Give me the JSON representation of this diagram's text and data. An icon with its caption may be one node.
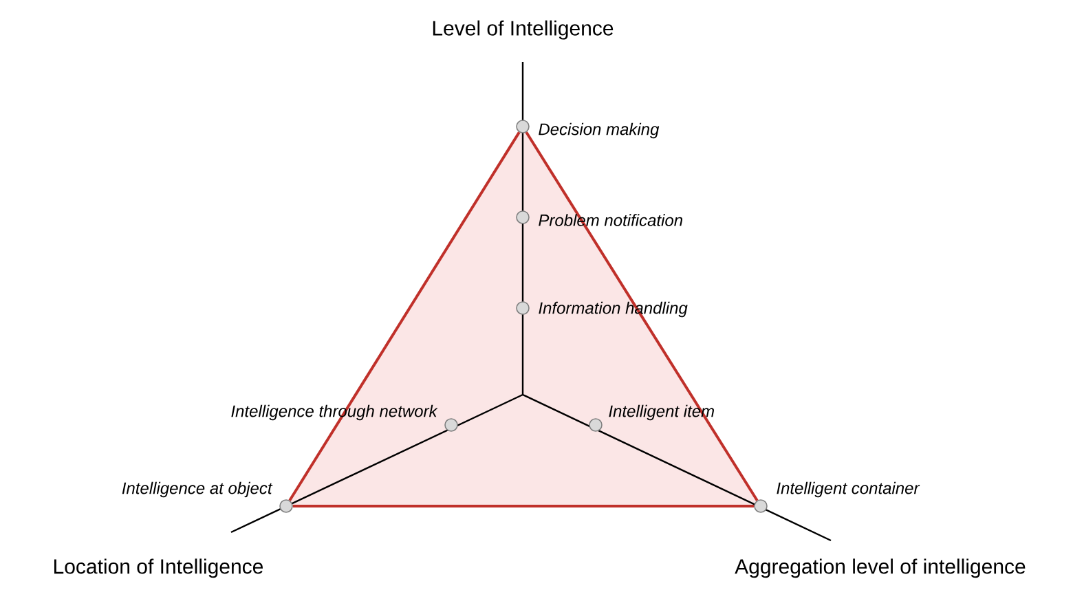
{
  "diagram": {
    "nodes": [
      {
        "text": [],
        "shape": "circle",
        "beside": [
          "Decision making"
        ]
      },
      {
        "text": [],
        "shape": "circle",
        "beside": [
          "Problem notification"
        ]
      },
      {
        "text": [],
        "shape": "circle",
        "beside": [
          "Information handling"
        ]
      },
      {
        "text": [],
        "shape": "circle",
        "beside": [
          "Intelligence through network"
        ]
      },
      {
        "text": [],
        "shape": "circle",
        "beside": [
          "Intelligent item"
        ]
      },
      {
        "text": [],
        "shape": "circle",
        "beside": [
          "Intelligence at object"
        ]
      },
      {
        "text": [],
        "shape": "circle",
        "beside": [
          "Intelligent container"
        ]
      }
    ],
    "edges": [
      {
        "from": 0,
        "to": 6,
        "arrow": "none",
        "color": "#c0302a"
      },
      {
        "from": 6,
        "to": 5,
        "arrow": "none",
        "color": "#c0302a"
      },
      {
        "from": 5,
        "to": 0,
        "arrow": "none",
        "color": "#c0302a"
      }
    ],
    "labels": [
      "Level of Intelligence",
      "Location of Intelligence",
      "Aggregation level of intelligence"
    ]
  }
}
